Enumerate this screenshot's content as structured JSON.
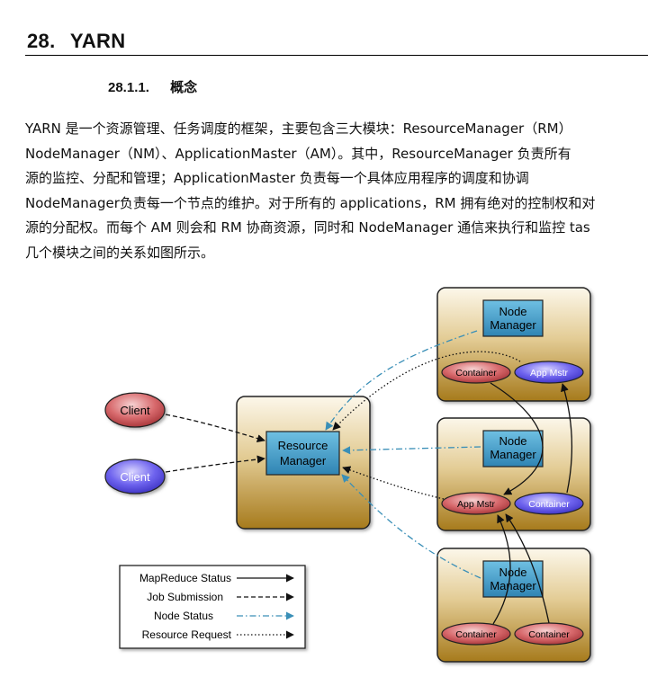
{
  "heading": {
    "number": "28.",
    "title": "YARN"
  },
  "subheading": {
    "number": "28.1.1.",
    "title": "概念"
  },
  "paragraph_lines": [
    "YARN 是一个资源管理、任务调度的框架，主要包含三大模块：ResourceManager（RM）",
    "NodeManager（NM）、ApplicationMaster（AM）。其中，ResourceManager 负责所有",
    "源的监控、分配和管理；ApplicationMaster 负责每一个具体应用程序的调度和协调",
    "NodeManager负责每一个节点的维护。对于所有的 applications，RM 拥有绝对的控制权和对",
    "源的分配权。而每个 AM 则会和 RM 协商资源，同时和 NodeManager 通信来执行和监控 tas",
    "几个模块之间的关系如图所示。"
  ],
  "diagram": {
    "clients": [
      "Client",
      "Client"
    ],
    "resource_manager": [
      "Resource",
      "Manager"
    ],
    "nodes": [
      {
        "manager": [
          "Node",
          "Manager"
        ],
        "left": "Container",
        "right": "App Mstr"
      },
      {
        "manager": [
          "Node",
          "Manager"
        ],
        "left": "App Mstr",
        "right": "Container"
      },
      {
        "manager": [
          "Node",
          "Manager"
        ],
        "left": "Container",
        "right": "Container"
      }
    ],
    "legend": [
      "MapReduce Status",
      "Job Submission",
      "Node Status",
      "Resource Request"
    ],
    "colors": {
      "box_fill_top": "#fbf5e6",
      "box_fill_bottom": "#a87d1e",
      "manager_fill": "#3f9bc6",
      "client_red": "#c8464a",
      "client_blue": "#5a4ee0",
      "node_status_line": "#3a8fb7"
    }
  }
}
